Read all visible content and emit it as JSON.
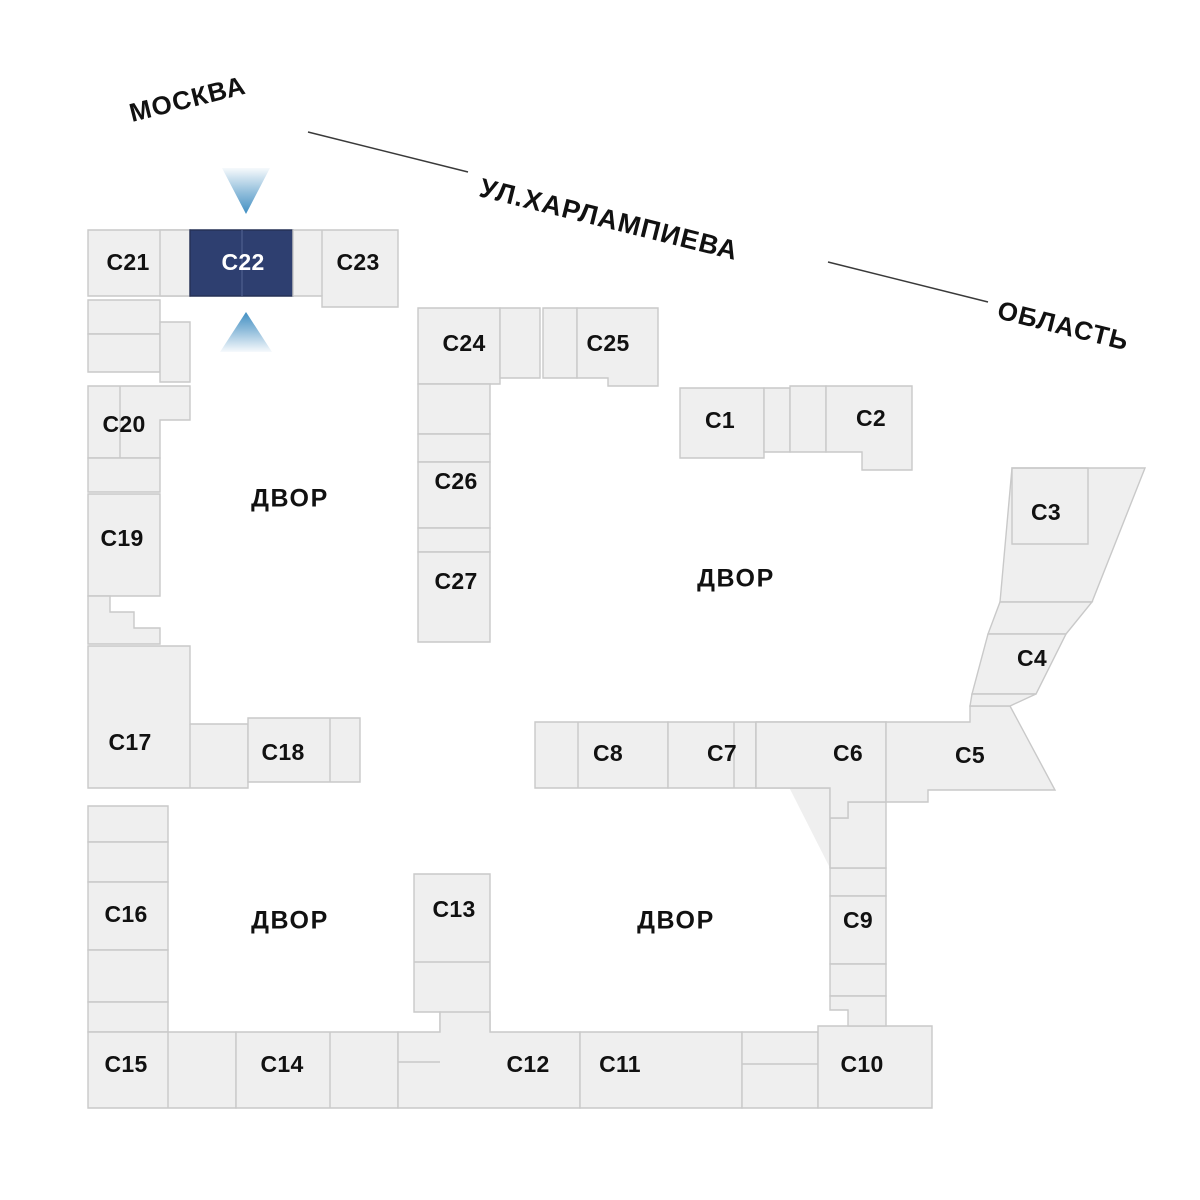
{
  "plan": {
    "type": "site-plan",
    "title_visible": false,
    "colors": {
      "building_fill": "#efefef",
      "building_stroke": "#c9c9c9",
      "highlight_fill": "#2e3f70",
      "highlight_text": "#ffffff",
      "label_text": "#111111",
      "arrow_blue": "#4a93c4",
      "background": "#ffffff",
      "leader_line": "#3a3a3a"
    },
    "street": {
      "label": "УЛ.ХАРЛАМПИЕВА"
    },
    "directions": [
      {
        "id": "dir-moscow",
        "label": "МОСКВА"
      },
      {
        "id": "dir-oblast",
        "label": "ОБЛАСТЬ"
      }
    ],
    "arrows": [
      {
        "id": "arrow-down",
        "direction": "down",
        "color": "#4a93c4"
      },
      {
        "id": "arrow-up",
        "direction": "up",
        "color": "#4a93c4"
      }
    ],
    "courtyards": [
      {
        "id": "yard-nw",
        "label": "ДВОР"
      },
      {
        "id": "yard-ne",
        "label": "ДВОР"
      },
      {
        "id": "yard-sw",
        "label": "ДВОР"
      },
      {
        "id": "yard-se",
        "label": "ДВОР"
      }
    ],
    "selected_section": "C22",
    "sections": [
      {
        "id": "C1",
        "label": "C1",
        "highlighted": false
      },
      {
        "id": "C2",
        "label": "C2",
        "highlighted": false
      },
      {
        "id": "C3",
        "label": "C3",
        "highlighted": false
      },
      {
        "id": "C4",
        "label": "C4",
        "highlighted": false
      },
      {
        "id": "C5",
        "label": "C5",
        "highlighted": false
      },
      {
        "id": "C6",
        "label": "C6",
        "highlighted": false
      },
      {
        "id": "C7",
        "label": "C7",
        "highlighted": false
      },
      {
        "id": "C8",
        "label": "C8",
        "highlighted": false
      },
      {
        "id": "C9",
        "label": "C9",
        "highlighted": false
      },
      {
        "id": "C10",
        "label": "C10",
        "highlighted": false
      },
      {
        "id": "C11",
        "label": "C11",
        "highlighted": false
      },
      {
        "id": "C12",
        "label": "C12",
        "highlighted": false
      },
      {
        "id": "C13",
        "label": "C13",
        "highlighted": false
      },
      {
        "id": "C14",
        "label": "C14",
        "highlighted": false
      },
      {
        "id": "C15",
        "label": "C15",
        "highlighted": false
      },
      {
        "id": "C16",
        "label": "C16",
        "highlighted": false
      },
      {
        "id": "C17",
        "label": "C17",
        "highlighted": false
      },
      {
        "id": "C18",
        "label": "C18",
        "highlighted": false
      },
      {
        "id": "C19",
        "label": "C19",
        "highlighted": false
      },
      {
        "id": "C20",
        "label": "C20",
        "highlighted": false
      },
      {
        "id": "C21",
        "label": "C21",
        "highlighted": false
      },
      {
        "id": "C22",
        "label": "C22",
        "highlighted": true
      },
      {
        "id": "C23",
        "label": "C23",
        "highlighted": false
      },
      {
        "id": "C24",
        "label": "C24",
        "highlighted": false
      },
      {
        "id": "C25",
        "label": "C25",
        "highlighted": false
      },
      {
        "id": "C26",
        "label": "C26",
        "highlighted": false
      },
      {
        "id": "C27",
        "label": "C27",
        "highlighted": false
      }
    ]
  }
}
